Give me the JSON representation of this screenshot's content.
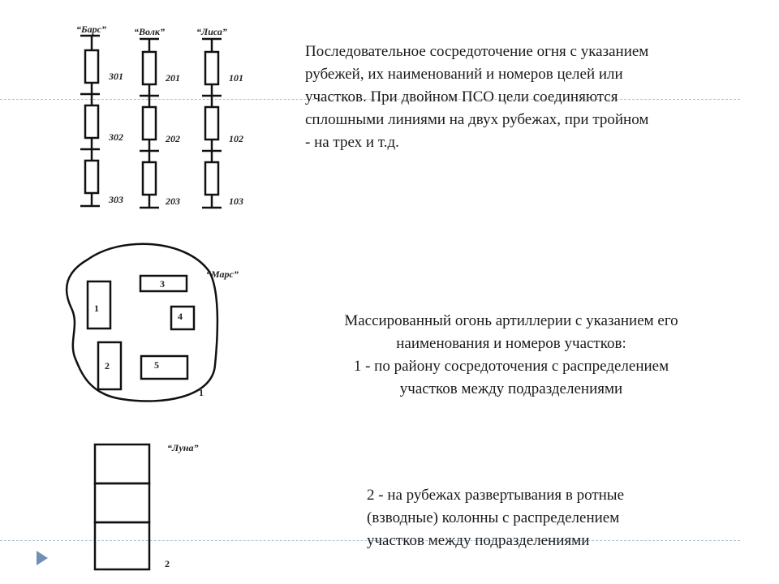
{
  "slide": {
    "pso": {
      "columns": [
        {
          "name": "“Барс”",
          "numbers": [
            "301",
            "302",
            "303"
          ]
        },
        {
          "name": "“Волк”",
          "numbers": [
            "201",
            "202",
            "203"
          ]
        },
        {
          "name": "“Лиса”",
          "numbers": [
            "101",
            "102",
            "103"
          ]
        }
      ],
      "description_lines": [
        "Последовательное сосредоточение огня с указанием",
        "рубежей, их наименований и номеров целей или",
        "участков. При двойном ПСО цели соединяются",
        "сплошными линиями на двух рубежах, при тройном",
        "- на трех и т.д."
      ]
    },
    "massive_fire": {
      "name": "“Марс”",
      "sections": [
        "1",
        "2",
        "3",
        "4",
        "5"
      ],
      "figure_number": "1",
      "description_lines": [
        "Массированный огонь артиллерии с указанием его",
        "наименования и номеров участков:",
        "1 - по району сосредоточения с распределением",
        "участков между подразделениями"
      ]
    },
    "column_fire": {
      "name": "“Луна”",
      "figure_number": "2",
      "description_lines": [
        "2 - на рубежах развертывания в ротные",
        "(взводные) колонны с распределением",
        "участков между подразделениями"
      ]
    },
    "colors": {
      "divider": "#a9bfd4",
      "nav_triangle": "#6f8fb5"
    }
  }
}
